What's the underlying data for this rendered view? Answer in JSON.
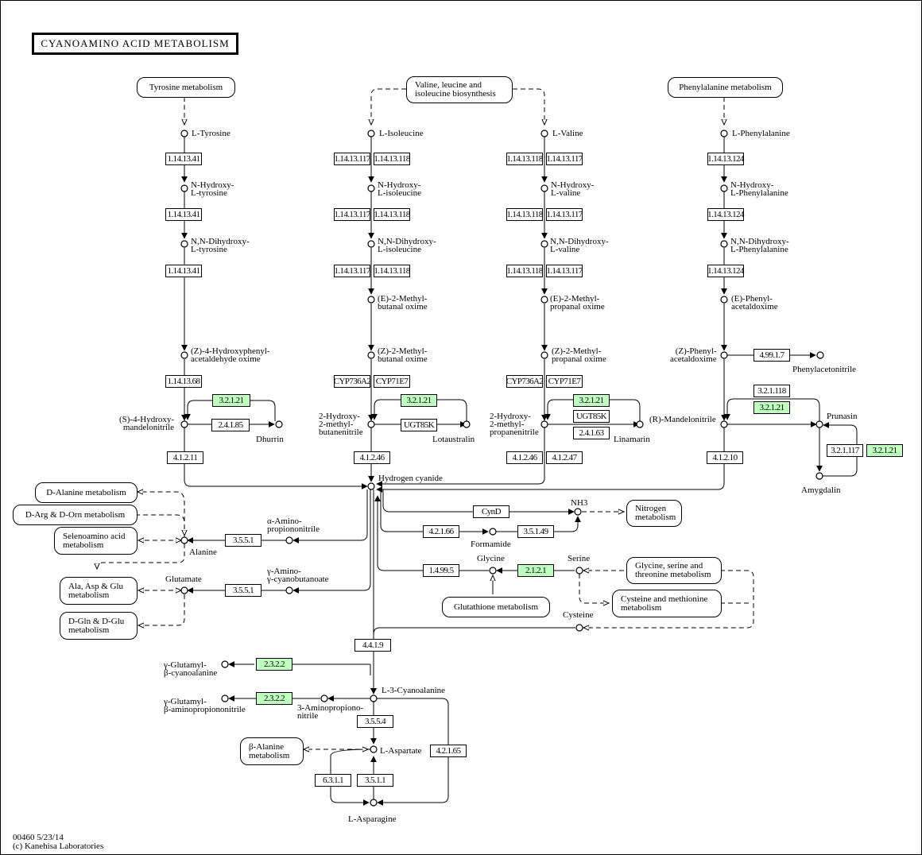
{
  "title": "CYANOAMINO ACID METABOLISM",
  "footer": {
    "map_id_date": "00460 5/23/14",
    "copyright": "(c) Kanehisa Laboratories"
  },
  "colors": {
    "highlight_enzyme": "#bfffbf"
  },
  "maps": {
    "tyrosine": "Tyrosine metabolism",
    "val_leu_ile": "Valine, leucine and\nisoleucine biosynthesis",
    "phenylalanine": "Phenylalanine metabolism",
    "d_alanine": "D-Alanine metabolism",
    "d_arg": "D-Arg & D-Orn metabolism",
    "selenoamino": "Selenoamino acid\nmetabolism",
    "ala_asp_glu": "Ala, Asp & Glu\nmetabolism",
    "d_gln": "D-Gln & D-Glu\nmetabolism",
    "nitrogen": "Nitrogen\nmetabolism",
    "gly_ser_thr": "Glycine, serine and\nthreonine metabolism",
    "cys_met": "Cysteine and methionine\nmetabolism",
    "glutathione": "Glutathione metabolism",
    "beta_alanine": "β-Alanine\nmetabolism"
  },
  "compounds": {
    "l_tyrosine": "L-Tyrosine",
    "n_hydroxy_tyr": "N-Hydroxy-\nL-tyrosine",
    "nn_dihydroxy_tyr": "N,N-Dihydroxy-\nL-tyrosine",
    "z_4_hydroxyphenyl": "(Z)-4-Hydroxyphenyl-\nacetaldehyde oxime",
    "s_4_hydroxymandelo": "(S)-4-Hydroxy-\nmandelonitrile",
    "dhurrin": "Dhurrin",
    "l_isoleucine": "L-Isoleucine",
    "n_hydroxy_ile": "N-Hydroxy-\nL-isoleucine",
    "nn_dihydroxy_ile": "N,N-Dihydroxy-\nL-isoleucine",
    "e_2_methylbutanal": "(E)-2-Methyl-\nbutanal oxime",
    "z_2_methylbutanal": "(Z)-2-Methyl-\nbutanal oxime",
    "hydroxy_methylbutane": "2-Hydroxy-\n2-methyl-\nbutanenitrile",
    "lotaustralin": "Lotaustralin",
    "l_valine": "L-Valine",
    "n_hydroxy_val": "N-Hydroxy-\nL-valine",
    "nn_dihydroxy_val": "N,N-Dihydroxy-\nL-valine",
    "e_2_methylpropanal": "(E)-2-Methyl-\npropanal oxime",
    "z_2_methylpropanal": "(Z)-2-Methyl-\npropanal oxime",
    "hydroxy_methylpropane": "2-Hydroxy-\n2-methyl-\npropanenitrile",
    "linamarin": "Linamarin",
    "l_phenylalanine": "L-Phenylalanine",
    "n_hydroxy_phe": "N-Hydroxy-\nL-Phenylalanine",
    "nn_dihydroxy_phe": "N,N-Dihydroxy-\nL-Phenylalanine",
    "e_phenylacetaldoxime": "(E)-Phenyl-\nacetaldoxime",
    "z_phenylacetaldoxime": "(Z)-Phenyl-\nacetaldoxime",
    "phenylacetonitrile": "Phenylacetonitrile",
    "r_mandelonitrile": "(R)-Mandelonitrile",
    "prunasin": "Prunasin",
    "amygdalin": "Amygdalin",
    "hydrogen_cyanide": "Hydrogen cyanide",
    "alpha_aminopropiononitrile": "α-Amino-\npropiononitrile",
    "alanine": "Alanine",
    "gamma_amino_cyanobutanoate": "γ-Amino-\nγ-cyanobutanoate",
    "glutamate": "Glutamate",
    "nh3": "NH3",
    "formamide": "Formamide",
    "glycine": "Glycine",
    "serine": "Serine",
    "cysteine": "Cysteine",
    "gamma_glutamyl_cyanoalanine": "γ-Glutamyl-\nβ-cyanoalanine",
    "gamma_glutamyl_aminoprop": "γ-Glutamyl-\nβ-aminopropiononitrile",
    "aminopropiononitrile": "3-Aminopropiono-\nnitrile",
    "l_3_cyanoalanine": "L-3-Cyanoalanine",
    "l_aspartate": "L-Aspartate",
    "l_asparagine": "L-Asparagine"
  },
  "enzymes": [
    {
      "id": "e1",
      "label": "1.14.13.41",
      "green": false
    },
    {
      "id": "e2",
      "label": "1.14.13.41",
      "green": false
    },
    {
      "id": "e3",
      "label": "1.14.13.41",
      "green": false
    },
    {
      "id": "e4",
      "label": "1.14.13.68",
      "green": false
    },
    {
      "id": "e5",
      "label": "3.2.1.21",
      "green": true
    },
    {
      "id": "e6",
      "label": "2.4.1.85",
      "green": false
    },
    {
      "id": "e7",
      "label": "4.1.2.11",
      "green": false
    },
    {
      "id": "e8",
      "label": "1.14.13.117",
      "green": false
    },
    {
      "id": "e9",
      "label": "1.14.13.118",
      "green": false
    },
    {
      "id": "e10",
      "label": "1.14.13.117",
      "green": false
    },
    {
      "id": "e11",
      "label": "1.14.13.118",
      "green": false
    },
    {
      "id": "e12",
      "label": "1.14.13.117",
      "green": false
    },
    {
      "id": "e13",
      "label": "1.14.13.118",
      "green": false
    },
    {
      "id": "e14",
      "label": "CYP736A2",
      "green": false
    },
    {
      "id": "e15",
      "label": "CYP71E7",
      "green": false
    },
    {
      "id": "e16",
      "label": "3.2.1.21",
      "green": true
    },
    {
      "id": "e17",
      "label": "UGT85K",
      "green": false
    },
    {
      "id": "e18",
      "label": "4.1.2.46",
      "green": false
    },
    {
      "id": "e19",
      "label": "1.14.13.118",
      "green": false
    },
    {
      "id": "e20",
      "label": "1.14.13.117",
      "green": false
    },
    {
      "id": "e21",
      "label": "1.14.13.118",
      "green": false
    },
    {
      "id": "e22",
      "label": "1.14.13.117",
      "green": false
    },
    {
      "id": "e23",
      "label": "1.14.13.118",
      "green": false
    },
    {
      "id": "e24",
      "label": "1.14.13.117",
      "green": false
    },
    {
      "id": "e25",
      "label": "CYP736A2",
      "green": false
    },
    {
      "id": "e26",
      "label": "CYP71E7",
      "green": false
    },
    {
      "id": "e27",
      "label": "3.2.1.21",
      "green": true
    },
    {
      "id": "e28",
      "label": "UGT85K",
      "green": false
    },
    {
      "id": "e29",
      "label": "2.4.1.63",
      "green": false
    },
    {
      "id": "e30",
      "label": "4.1.2.46",
      "green": false
    },
    {
      "id": "e31",
      "label": "4.1.2.47",
      "green": false
    },
    {
      "id": "e32",
      "label": "1.14.13.124",
      "green": false
    },
    {
      "id": "e33",
      "label": "1.14.13.124",
      "green": false
    },
    {
      "id": "e34",
      "label": "1.14.13.124",
      "green": false
    },
    {
      "id": "e35",
      "label": "4.99.1.7",
      "green": false
    },
    {
      "id": "e36",
      "label": "3.2.1.118",
      "green": false
    },
    {
      "id": "e37",
      "label": "3.2.1.21",
      "green": true
    },
    {
      "id": "e38",
      "label": "3.2.1.117",
      "green": false
    },
    {
      "id": "e39",
      "label": "3.2.1.21",
      "green": true
    },
    {
      "id": "e40",
      "label": "4.1.2.10",
      "green": false
    },
    {
      "id": "e41",
      "label": "3.5.5.1",
      "green": false
    },
    {
      "id": "e42",
      "label": "3.5.5.1",
      "green": false
    },
    {
      "id": "e43",
      "label": "CynD",
      "green": false
    },
    {
      "id": "e44",
      "label": "4.2.1.66",
      "green": false
    },
    {
      "id": "e45",
      "label": "3.5.1.49",
      "green": false
    },
    {
      "id": "e46",
      "label": "1.4.99.5",
      "green": false
    },
    {
      "id": "e47",
      "label": "2.1.2.1",
      "green": true
    },
    {
      "id": "e48",
      "label": "4.4.1.9",
      "green": false
    },
    {
      "id": "e49",
      "label": "2.3.2.2",
      "green": true
    },
    {
      "id": "e50",
      "label": "2.3.2.2",
      "green": true
    },
    {
      "id": "e51",
      "label": "3.5.5.4",
      "green": false
    },
    {
      "id": "e52",
      "label": "4.2.1.65",
      "green": false
    },
    {
      "id": "e53",
      "label": "6.3.1.1",
      "green": false
    },
    {
      "id": "e54",
      "label": "3.5.1.1",
      "green": false
    }
  ]
}
